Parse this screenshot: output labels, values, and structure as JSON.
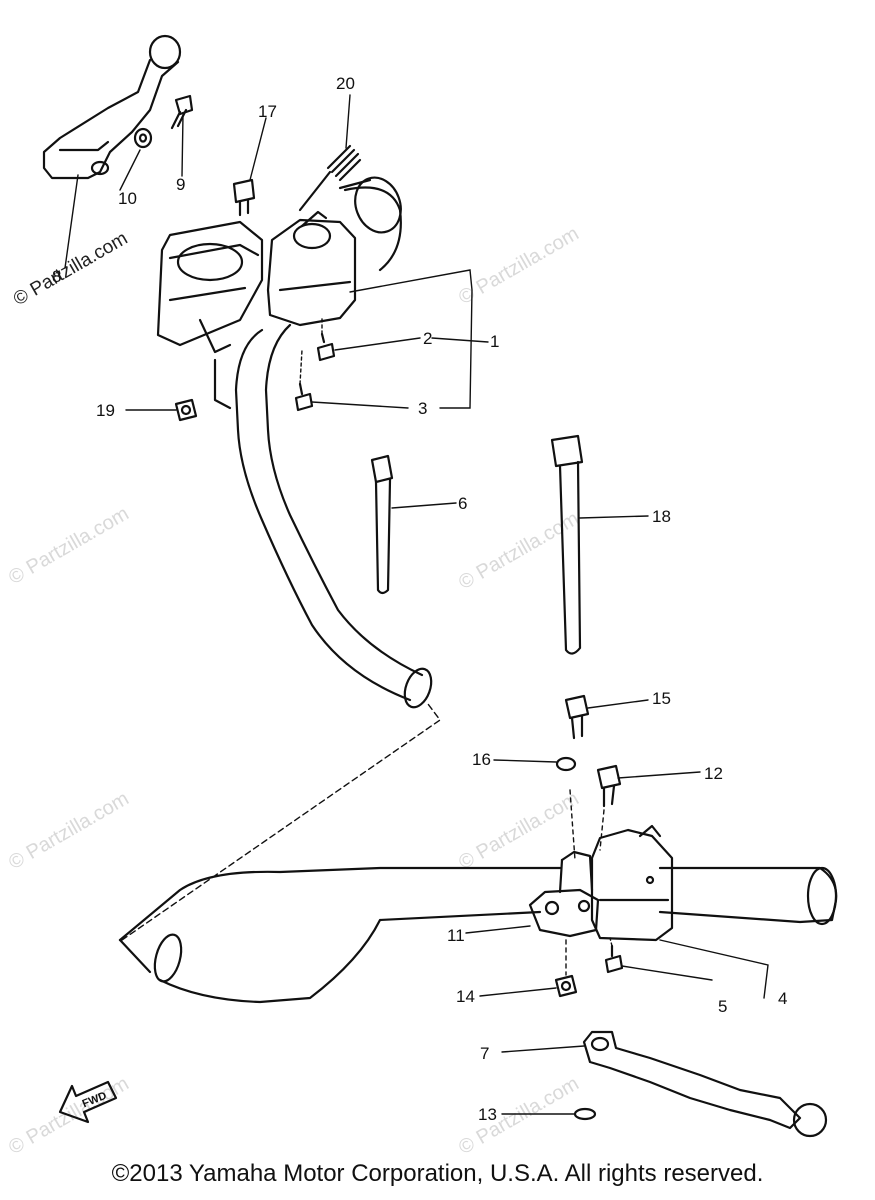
{
  "watermark": "© Partzilla.com",
  "fwd_label": "FWD",
  "copyright": "©2013  Yamaha Motor Corporation, U.S.A. All rights reserved.",
  "callouts": {
    "c1": "1",
    "c2": "2",
    "c3": "3",
    "c4": "4",
    "c5": "5",
    "c6": "6",
    "c7": "7",
    "c8": "8",
    "c9": "9",
    "c10": "10",
    "c11": "11",
    "c12": "12",
    "c13": "13",
    "c14": "14",
    "c15": "15",
    "c16": "16",
    "c17": "17",
    "c18": "18",
    "c19": "19",
    "c20": "20"
  }
}
